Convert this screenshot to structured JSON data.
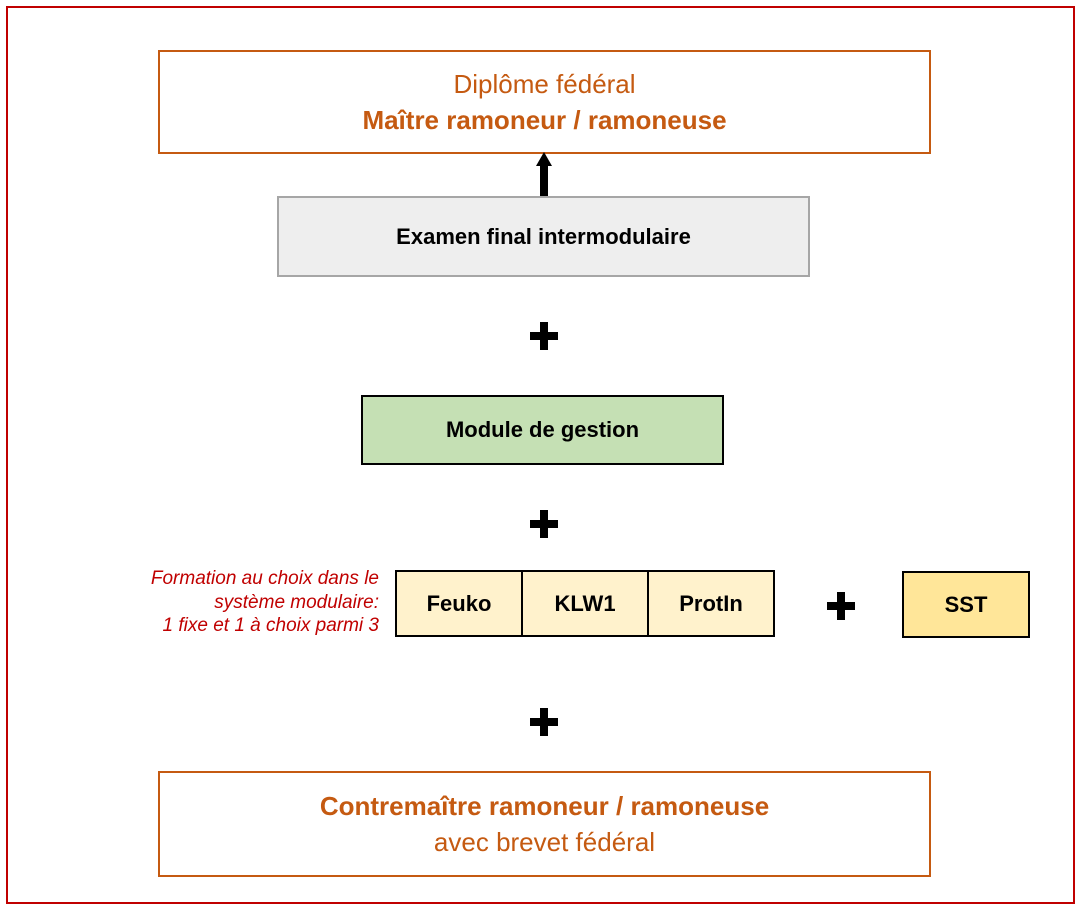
{
  "top_box": {
    "line1": "Diplôme fédéral",
    "line2": "Maître ramoneur / ramoneuse"
  },
  "exam_box": {
    "label": "Examen final intermodulaire"
  },
  "gestion_box": {
    "label": "Module de gestion"
  },
  "note": {
    "line1": "Formation au choix dans le",
    "line2": "système modulaire:",
    "line3": "1 fixe et 1 à choix parmi 3"
  },
  "modules": [
    "Feuko",
    "KLW1",
    "ProtIn"
  ],
  "sst_box": {
    "label": "SST"
  },
  "bottom_box": {
    "line1": "Contremaître ramoneur / ramoneuse",
    "line2": "avec brevet fédéral"
  },
  "colors": {
    "frame": "#c00000",
    "title_orange": "#c55a11",
    "exam_fill": "#eeeeee",
    "gestion_fill": "#c5e0b4",
    "module_fill": "#fff2cc",
    "sst_fill": "#ffe699",
    "note_red": "#c00000"
  }
}
